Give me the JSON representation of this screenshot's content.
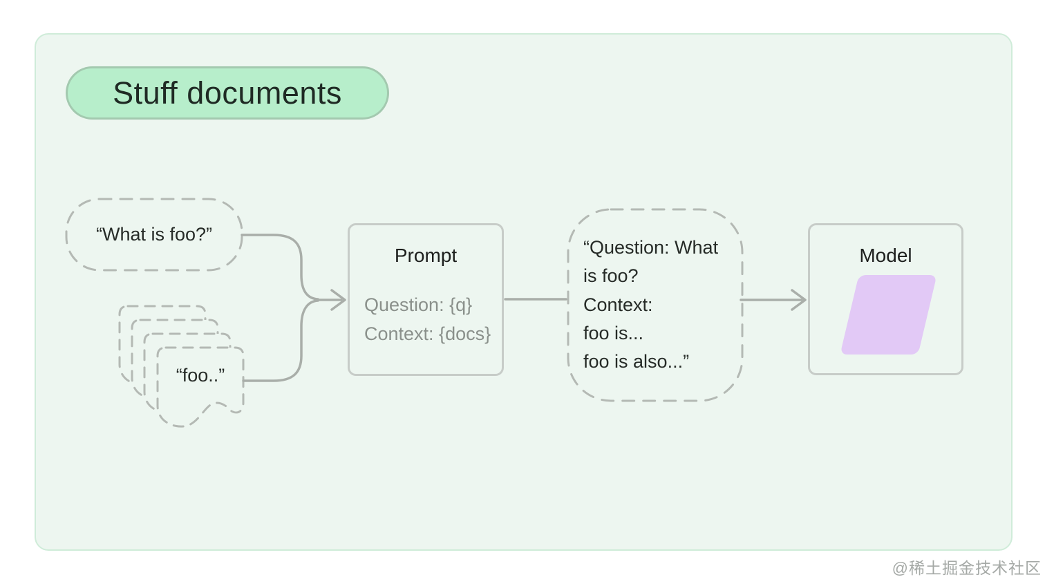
{
  "title": {
    "label": "Stuff documents"
  },
  "nodes": {
    "user_question": {
      "text": "“What is foo?”"
    },
    "documents": {
      "text": "“foo..”",
      "stack_count": 4
    },
    "prompt": {
      "title": "Prompt",
      "lines": [
        "Question: {q}",
        "Context: {docs}"
      ]
    },
    "stuffed_prompt": {
      "lines": [
        "“Question: What",
        "is foo?",
        "Context:",
        "foo is...",
        "foo is also...”"
      ]
    },
    "model": {
      "title": "Model",
      "icon": "parallelogram-icon"
    }
  },
  "watermark": "@稀土掘金技术社区",
  "colors": {
    "frame_fill": "#edf6f0",
    "frame_border": "#cfecd9",
    "pill_fill": "#b7eecb",
    "pill_border": "#a3c9af",
    "dashed_stroke": "#b4b9b4",
    "solid_box_border": "#c7ccc8",
    "connector": "#a9aea9",
    "gray_text": "#8a908b",
    "dark_text": "#262b27",
    "model_shape_purple": "#e2c9f6"
  }
}
